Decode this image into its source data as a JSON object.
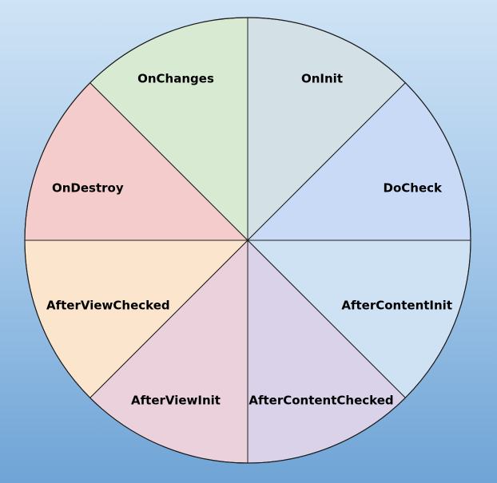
{
  "lifecycle_wheel": {
    "segments": [
      {
        "label": "OnInit",
        "color": "#d3e1e6"
      },
      {
        "label": "DoCheck",
        "color": "#c9daf7"
      },
      {
        "label": "AfterContentInit",
        "color": "#cfe2f3"
      },
      {
        "label": "AfterContentChecked",
        "color": "#d9d2e9"
      },
      {
        "label": "AfterViewInit",
        "color": "#ead1dc"
      },
      {
        "label": "AfterViewChecked",
        "color": "#fce5cd"
      },
      {
        "label": "OnDestroy",
        "color": "#f4cccc"
      },
      {
        "label": "OnChanges",
        "color": "#d9ead3"
      }
    ],
    "outline_color": "#1e1e1e"
  }
}
